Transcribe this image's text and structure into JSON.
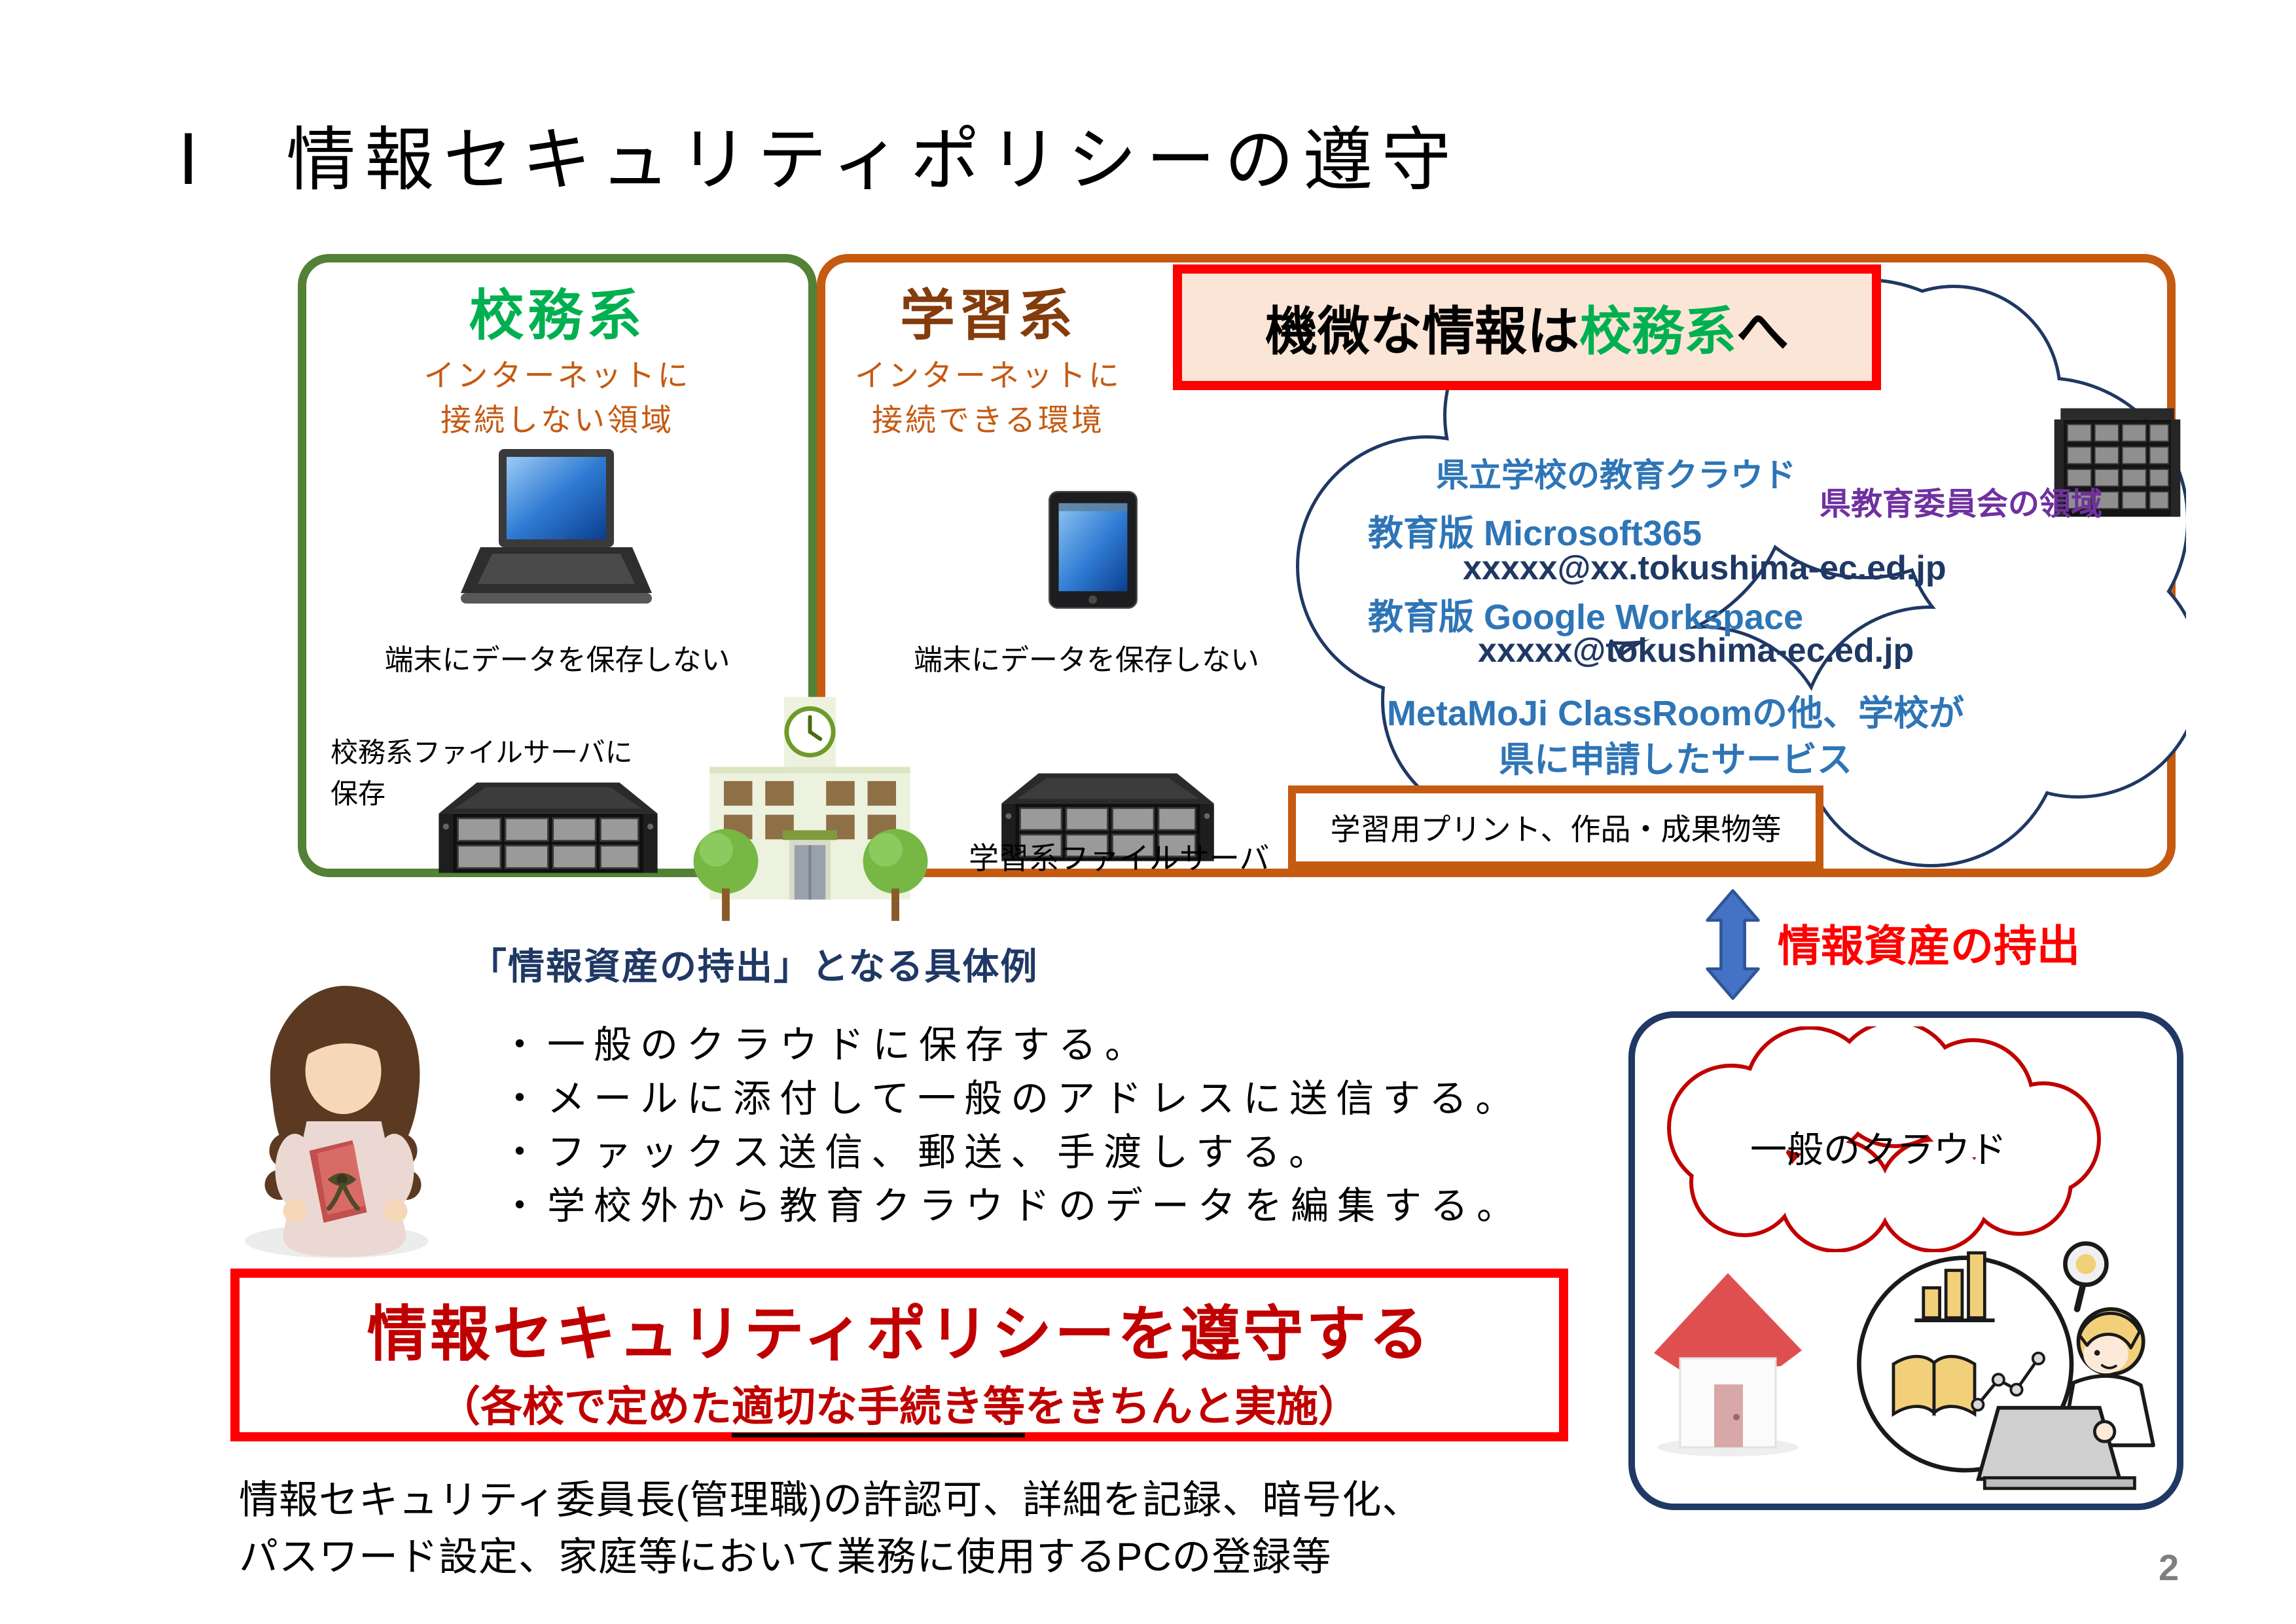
{
  "page": {
    "title": "Ⅰ　情報セキュリティポリシーの遵守",
    "page_number": "2"
  },
  "school_affairs_box": {
    "title": "校務系",
    "subtitle_line1": "インターネットに",
    "subtitle_line2": "接続しない領域",
    "terminal_note": "端末にデータを保存しない",
    "server_caption_line1": "校務系ファイルサーバに",
    "server_caption_line2": "保存"
  },
  "learning_box": {
    "title": "学習系",
    "subtitle_line1": "インターネットに",
    "subtitle_line2": "接続できる環境",
    "terminal_note": "端末にデータを保存しない",
    "server_caption": "学習系ファイルサーバ"
  },
  "sensitive_banner": {
    "prefix": "機微な情報は",
    "highlight": "校務系",
    "suffix": "へ"
  },
  "education_cloud": {
    "title": "県立学校の教育クラウド",
    "authority_area_label": "県教育委員会の領域",
    "service1_name": "教育版 Microsoft365",
    "service1_account": "xxxxx@xx.tokushima-ec.ed.jp",
    "service2_name": "教育版 Google Workspace",
    "service2_account": "xxxxx@tokushima-ec.ed.jp",
    "other_services_line1": "MetaMoJi ClassRoomの他、学校が",
    "other_services_line2": "県に申請したサービス",
    "materials_label": "学習用プリント、作品・成果物等"
  },
  "examples": {
    "heading": "「情報資産の持出」となる具体例",
    "items": [
      "・一般のクラウドに保存する。",
      "・メールに添付して一般のアドレスに送信する。",
      "・ファックス送信、郵送、手渡しする。",
      "・学校外から教育クラウドのデータを編集する。"
    ]
  },
  "takeout": {
    "label": "情報資産の持出",
    "general_cloud_label": "一般のクラウド"
  },
  "compliance": {
    "headline": "情報セキュリティポリシーを遵守する",
    "sub_prefix": "（各校で定めた",
    "sub_underlined": "適切な手続き等",
    "sub_suffix": "をきちんと実施）"
  },
  "footnote": {
    "line1": "情報セキュリティ委員長(管理職)の許認可、詳細を記録、暗号化、",
    "line2": "パスワード設定、家庭等において業務に使用するPCの登録等"
  },
  "colors": {
    "green_border": "#538135",
    "green_text": "#00B050",
    "orange": "#C55A11",
    "brown_text": "#843C0C",
    "navy": "#1F3864",
    "blue": "#2E75B6",
    "purple": "#7030A0",
    "red": "#FF0000",
    "dark_red": "#C00000",
    "banner_bg": "#FBE5D6",
    "arrow_blue": "#4472C4",
    "page_number_gray": "#7F7F7F"
  }
}
